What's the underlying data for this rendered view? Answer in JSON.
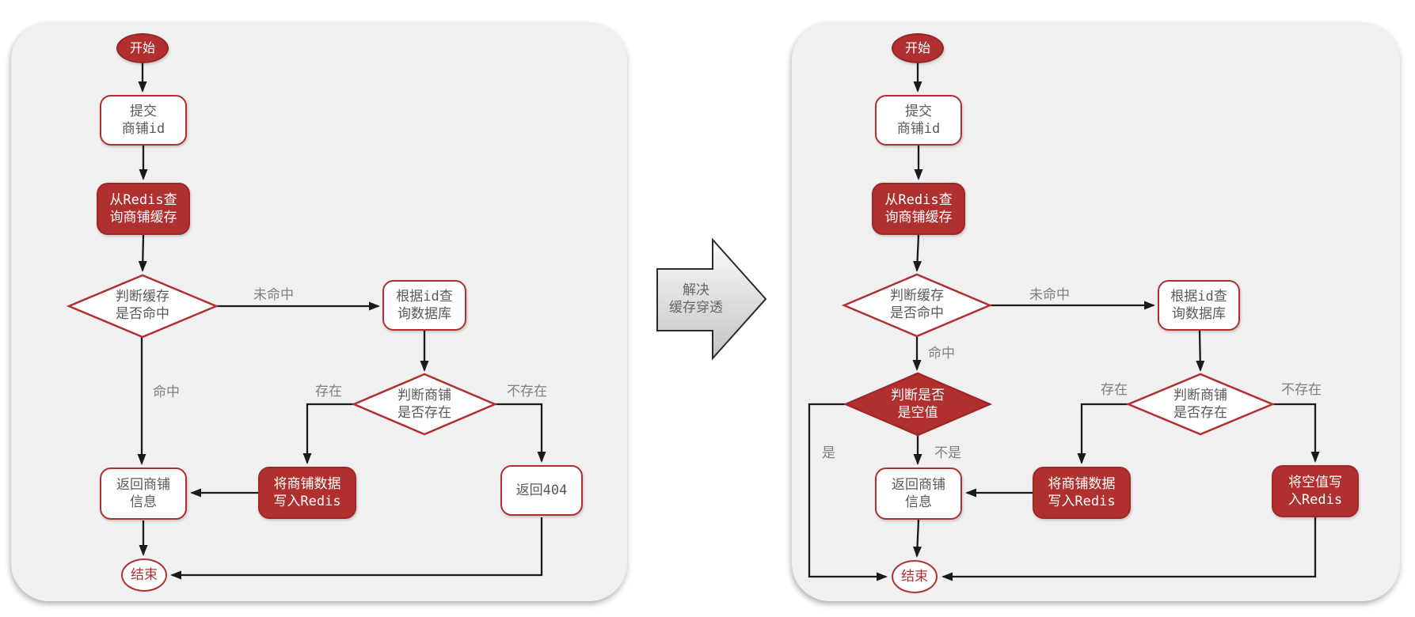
{
  "colors": {
    "page_bg": "#ffffff",
    "panel_bg": "#f0f0f0",
    "red": "#b03030",
    "node_text": "#595959",
    "edge_label_text": "#7f7f7f",
    "connector": "#1a1a1a",
    "transform_arrow_text": "#666666"
  },
  "transform_arrow": {
    "label": "解决\n缓存穿透"
  },
  "left_flowchart": {
    "nodes": {
      "start": "开始",
      "submit_shop_id": "提交\n商铺id",
      "query_redis_cache": "从Redis查\n询商铺缓存",
      "cache_hit_decision": "判断缓存\n是否命中",
      "query_db_by_id": "根据id查\n询数据库",
      "shop_exists_decision": "判断商铺\n是否存在",
      "write_shop_data_to_redis": "将商铺数据\n写入Redis",
      "return_shop_info": "返回商铺\n信息",
      "return_404": "返回404",
      "end": "结束"
    },
    "edge_labels": {
      "miss": "未命中",
      "hit": "命中",
      "exists": "存在",
      "not_exists": "不存在"
    }
  },
  "right_flowchart": {
    "nodes": {
      "start": "开始",
      "submit_shop_id": "提交\n商铺id",
      "query_redis_cache": "从Redis查\n询商铺缓存",
      "cache_hit_decision": "判断缓存\n是否命中",
      "null_value_decision": "判断是否\n是空值",
      "query_db_by_id": "根据id查\n询数据库",
      "shop_exists_decision": "判断商铺\n是否存在",
      "write_shop_data_to_redis": "将商铺数据\n写入Redis",
      "write_null_to_redis": "将空值写\n入Redis",
      "return_shop_info": "返回商铺\n信息",
      "end": "结束"
    },
    "edge_labels": {
      "miss": "未命中",
      "hit": "命中",
      "exists": "存在",
      "not_exists": "不存在",
      "yes": "是",
      "no": "不是"
    }
  }
}
